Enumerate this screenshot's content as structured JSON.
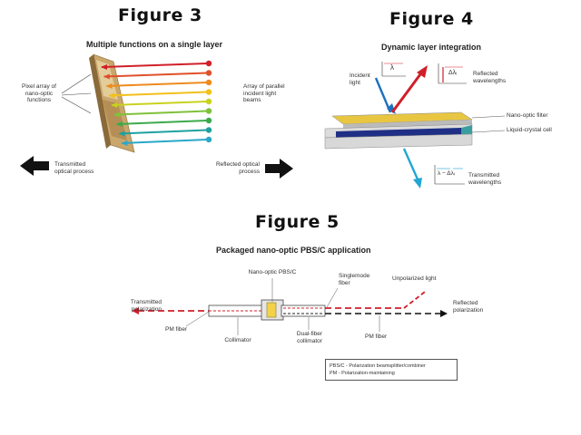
{
  "figure3": {
    "title": "Figure 3",
    "subtitle": "Multiple functions on a single layer",
    "label_pixel_array": "Pixel array of nano-optic functions",
    "label_parallel": "Array of parallel incident light beams",
    "label_transmitted": "Transmitted optical process",
    "label_reflected": "Reflected optical process",
    "beam_colors": [
      "#d0202a",
      "#e0502a",
      "#ee8a1e",
      "#f2c01a",
      "#c8d21e",
      "#7ec23a",
      "#3caa4a",
      "#1fa0a0",
      "#2aa8c8"
    ]
  },
  "figure4": {
    "title": "Figure 4",
    "subtitle": "Dynamic layer integration",
    "label_incident": "Incident light",
    "label_reflected": "Reflected wavelengths",
    "label_nano_filter": "Nano-optic filter",
    "label_lc_cell": "Liquid-crystal cell",
    "label_transmitted": "Transmitted wavelengths",
    "sym_lambda": "λ",
    "sym_lambda_i": "Δλᵢ",
    "sym_lambda_minus": "λ − Δλᵢ"
  },
  "figure5": {
    "title": "Figure 5",
    "subtitle": "Packaged nano-optic PBS/C application",
    "label_transmitted": "Transmitted polarization",
    "label_pbs": "Nano-optic PBS/C",
    "label_singlemode": "Singlemode fiber",
    "label_unpolarized": "Unpolarized light",
    "label_reflected": "Reflected polarization",
    "label_pm_fiber_left": "PM fiber",
    "label_collimator": "Collimator",
    "label_dual_fiber": "Dual-fiber collimator",
    "label_pm_fiber_right": "PM fiber",
    "legend_line1": "PBS/C - Polarization beamsplitter/combiner",
    "legend_line2": "PM - Polarization-maintaining"
  }
}
